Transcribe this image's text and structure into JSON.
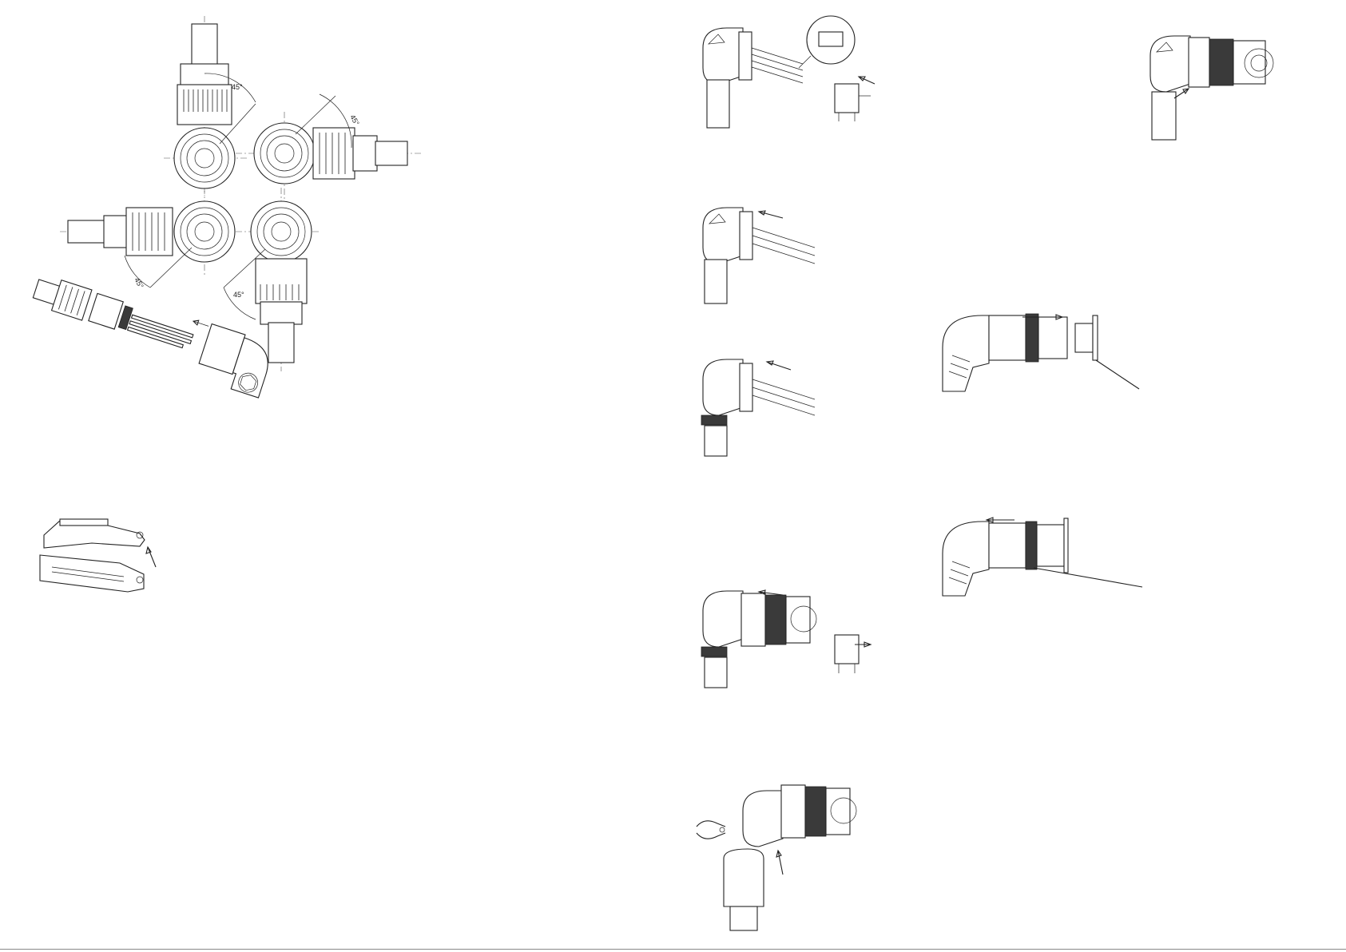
{
  "figures": {
    "orientation_views": {
      "angle_labels": [
        "45°",
        "45°",
        "45°",
        "45°"
      ]
    },
    "exploded_assembly": {},
    "crimp_tool": {},
    "step_insert_contacts": {},
    "step_push_insert": {},
    "step_slide_back": {},
    "step_boot_shrink": {},
    "step_fit_coupling": {},
    "step_cut_and_tighten": {},
    "step_final_assembly": {},
    "step_mate_panel": {},
    "step_unmate_panel": {}
  },
  "colors": {
    "line": "#222222",
    "knurl_fill": "#3a3a3a",
    "background": "#ffffff"
  }
}
